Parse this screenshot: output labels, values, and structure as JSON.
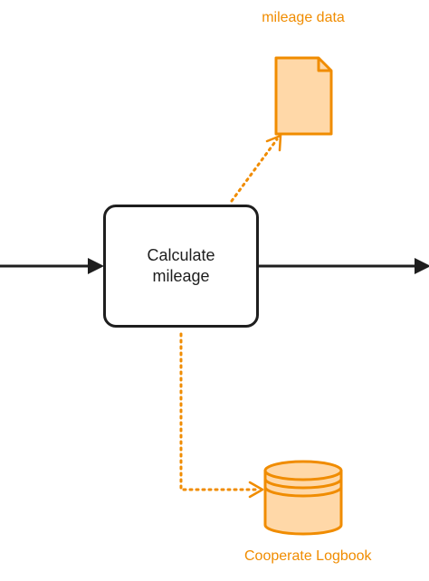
{
  "task": {
    "label": "Calculate mileage"
  },
  "data_object": {
    "label": "mileage data"
  },
  "data_store": {
    "label": "Cooperate Logbook"
  },
  "colors": {
    "stroke_dark": "#1e1e1e",
    "accent": "#f08c00",
    "accent_fill": "#ffd8a8"
  },
  "icons": [
    "data-object-document-icon",
    "data-store-database-icon",
    "arrowhead-icon"
  ]
}
